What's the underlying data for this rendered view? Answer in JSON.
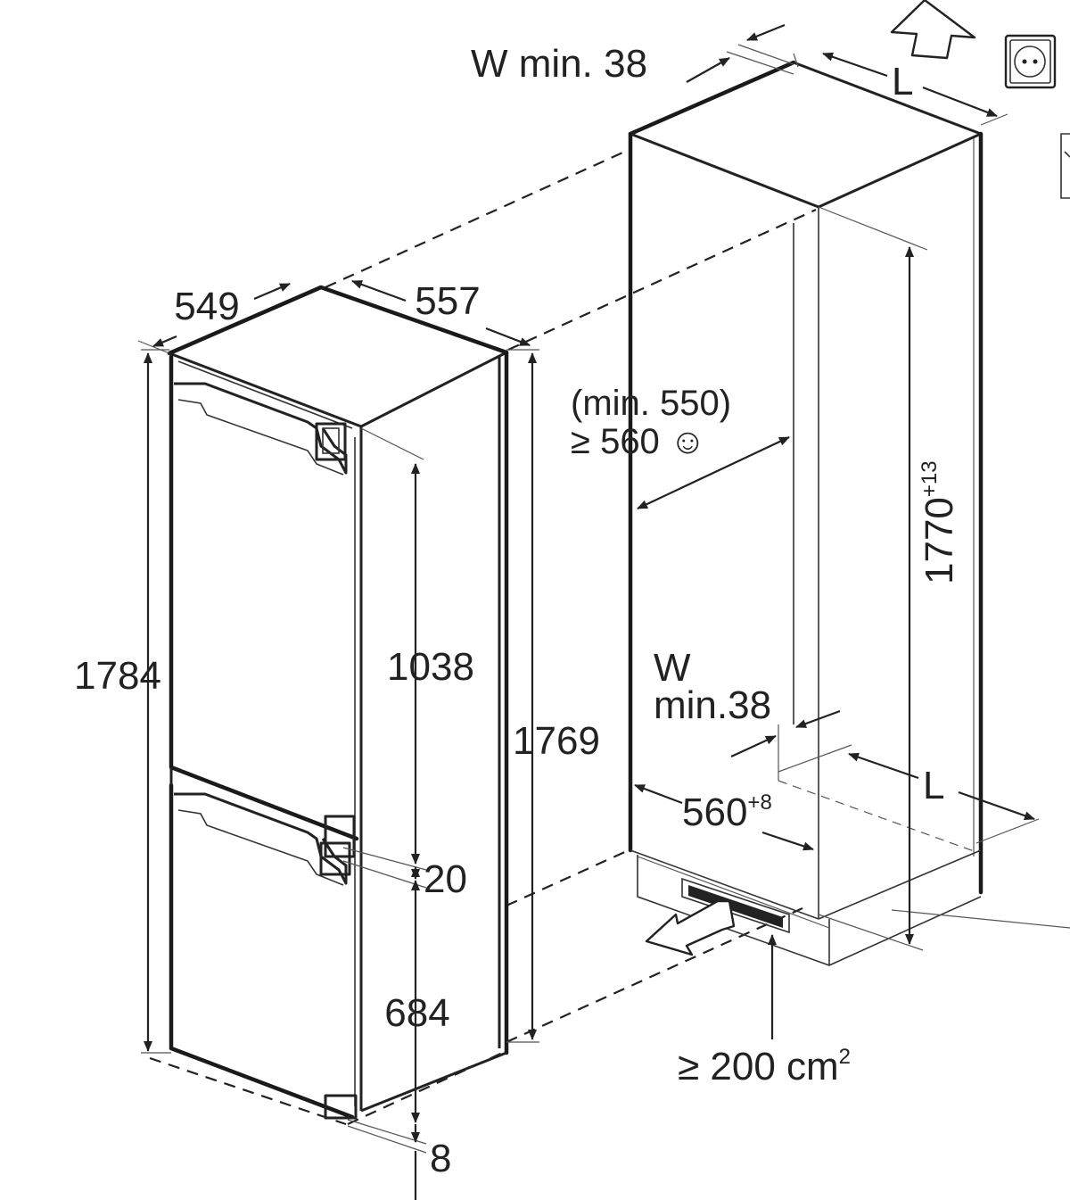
{
  "fridge": {
    "depth": "549",
    "width": "557",
    "height": "1784",
    "upper_door": "1038",
    "door_gap": "20",
    "lower_door": "684",
    "body_height": "1769",
    "bottom_gap": "8"
  },
  "niche": {
    "top_vent": "W min. 38",
    "top_air_length": "L",
    "min_depth": "(min. 550)",
    "rec_depth": "≥ 560 ☺",
    "height": "1770",
    "height_tol": "+13",
    "bottom_vent_w": "W",
    "bottom_vent_min": "min.38",
    "bottom_air_length": "L",
    "width": "560",
    "width_tol": "+8",
    "vent_area": "≥ 200 cm",
    "vent_area_exp": "2"
  },
  "icons": [
    "arrow-up-icon",
    "power-socket-icon",
    "air-inlet-arrow-icon"
  ],
  "colors": {
    "line": "#1a1a1a",
    "background": "#ffffff"
  }
}
